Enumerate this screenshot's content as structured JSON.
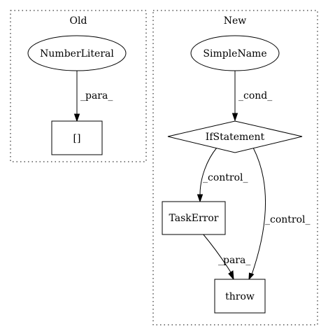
{
  "clusters": {
    "old": {
      "label": "Old"
    },
    "new": {
      "label": "New"
    }
  },
  "nodes": {
    "number_literal": {
      "label": "NumberLiteral",
      "shape": "ellipse"
    },
    "brackets": {
      "label": "[]",
      "shape": "box"
    },
    "simple_name": {
      "label": "SimpleName",
      "shape": "ellipse"
    },
    "if_statement": {
      "label": "IfStatement",
      "shape": "diamond"
    },
    "task_error": {
      "label": "TaskError",
      "shape": "box"
    },
    "throw": {
      "label": "throw",
      "shape": "box"
    }
  },
  "edges": {
    "numberliteral_to_brackets": {
      "label": "_para_"
    },
    "simplename_to_ifstatement": {
      "label": "_cond_"
    },
    "ifstatement_to_taskerror": {
      "label": "_control_"
    },
    "ifstatement_to_throw": {
      "label": "_control_"
    },
    "taskerror_to_throw": {
      "label": "_para_"
    }
  }
}
